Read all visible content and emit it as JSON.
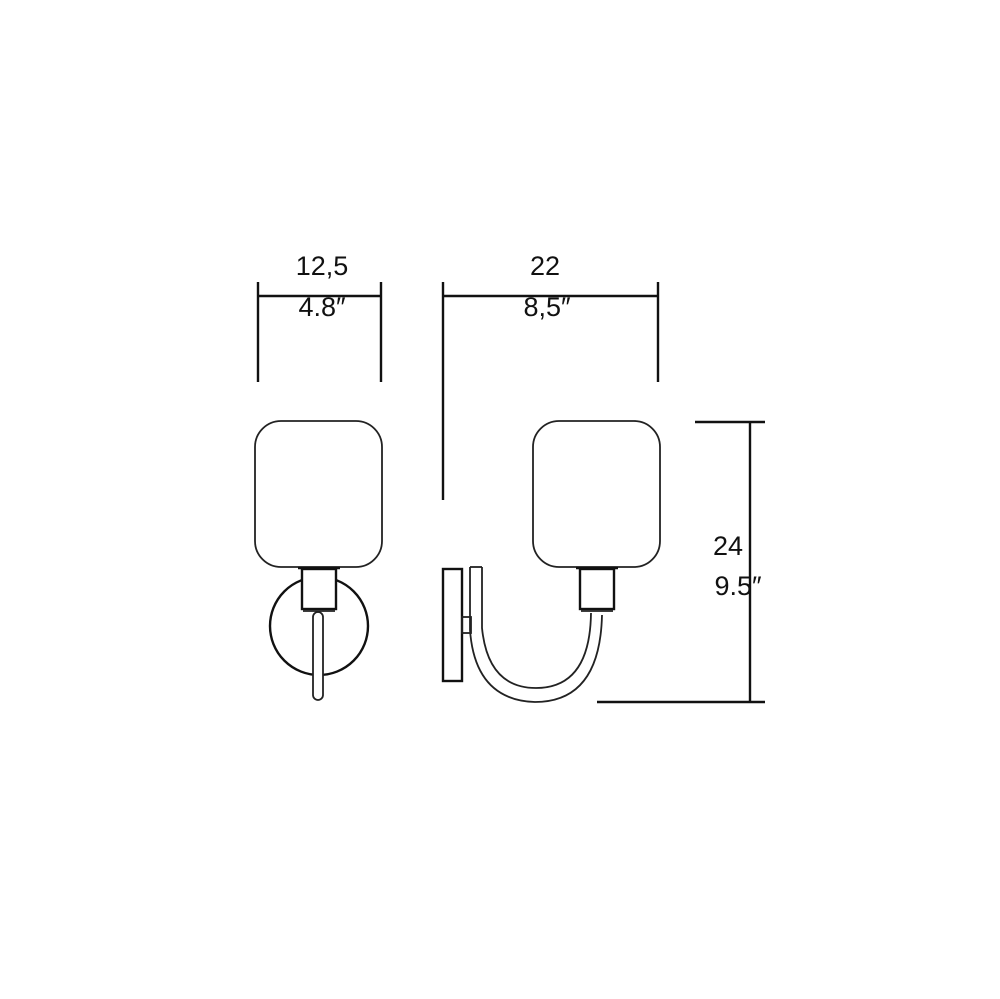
{
  "dimensions": {
    "width": {
      "metric": "12,5",
      "imperial": "4.8″"
    },
    "depth": {
      "metric": "22",
      "imperial": "8,5″"
    },
    "height": {
      "metric": "24",
      "imperial": "9.5″"
    }
  },
  "colors": {
    "line": "#111111",
    "background": "#ffffff"
  }
}
